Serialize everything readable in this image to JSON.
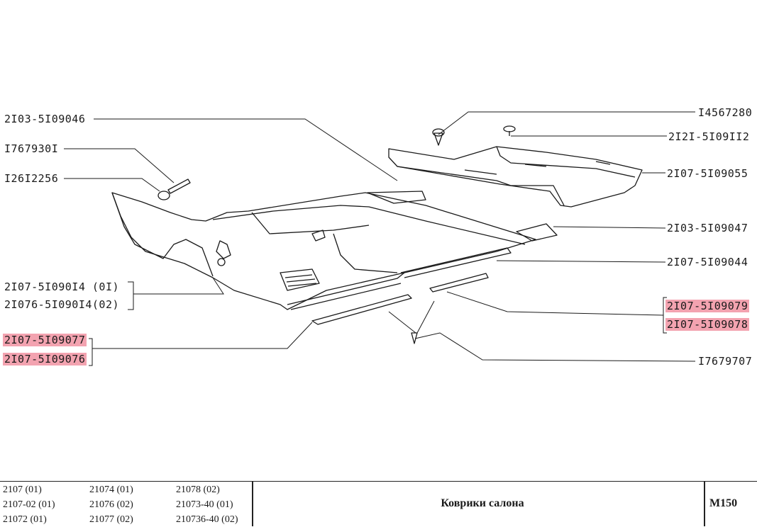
{
  "labels": {
    "l1": "2I03-5I09046",
    "l2": "I767930I",
    "l3": "I26I2256",
    "l4a": "2I07-5I090I4 (0I)",
    "l4b": "2I076-5I090I4(02)",
    "l5a": "2I07-5I09077",
    "l5b": "2I07-5I09076",
    "r1": "I4567280",
    "r2": "2I2I-5I09II2",
    "r3": "2I07-5I09055",
    "r4": "2I03-5I09047",
    "r5": "2I07-5I09044",
    "r6a": "2I07-5I09079",
    "r6b": "2I07-5I09078",
    "r7": "I7679707"
  },
  "footer": {
    "models_col1": [
      "2107 (01)",
      "2107-02 (01)",
      "21072 (01)"
    ],
    "models_col2": [
      "21074 (01)",
      "21076 (02)",
      "21077 (02)"
    ],
    "models_col3": [
      "21078 (02)",
      "21073-40 (01)",
      "210736-40 (02)"
    ],
    "title": "Коврики салона",
    "code": "M150"
  },
  "colors": {
    "highlight": "#f3a3b0",
    "ink": "#1a1a1a"
  }
}
